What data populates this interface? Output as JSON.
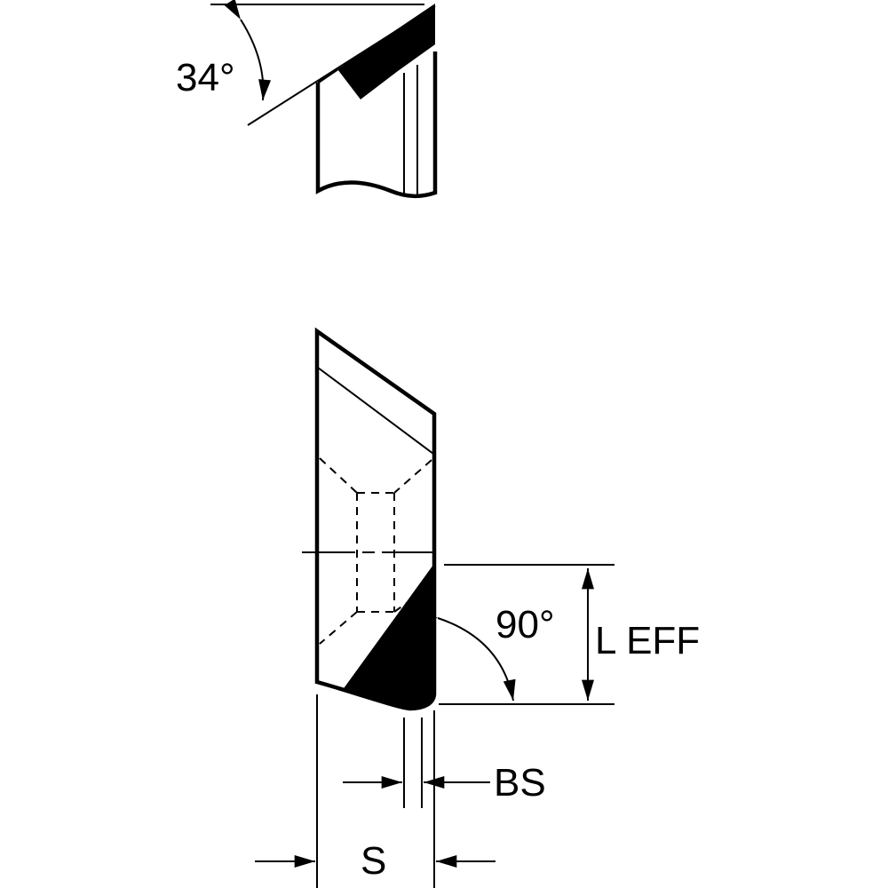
{
  "labels": {
    "top_angle": "34°",
    "right_angle": "90°",
    "effective_length": "L EFF",
    "bevel_step": "BS",
    "width": "S"
  },
  "colors": {
    "line": "#000000",
    "background": "#ffffff"
  }
}
